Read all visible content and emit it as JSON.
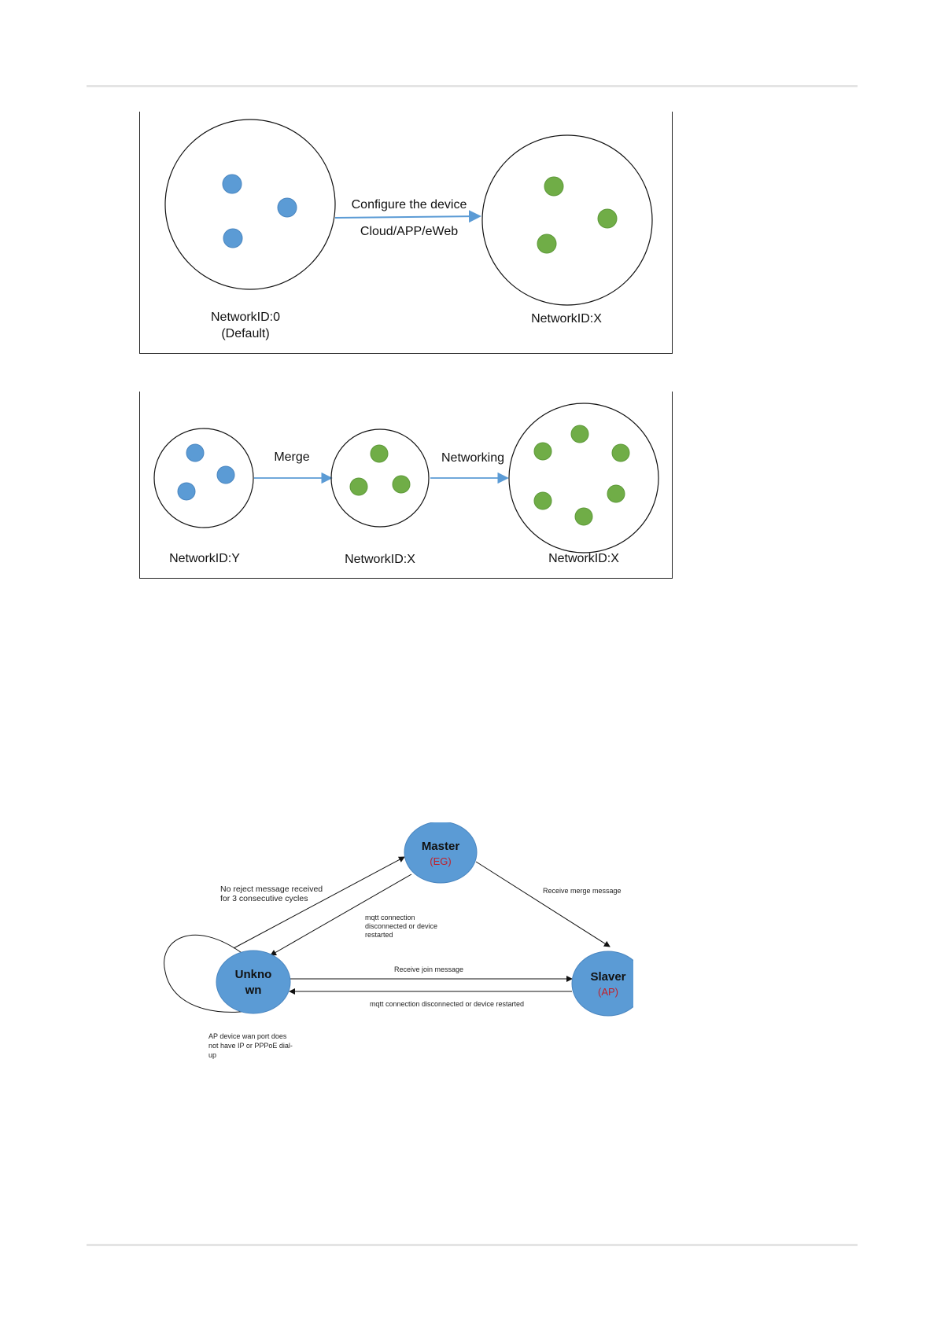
{
  "figure1": {
    "arrow_label_top": "Configure the device",
    "arrow_label_bottom": "Cloud/APP/eWeb",
    "left_network_label": "NetworkID:0",
    "left_network_sublabel": "(Default)",
    "right_network_label": "NetworkID:X"
  },
  "figure2": {
    "merge_label": "Merge",
    "networking_label": "Networking",
    "network_y_label": "NetworkID:Y",
    "network_x_label_1": "NetworkID:X",
    "network_x_label_2": "NetworkID:X"
  },
  "state_diagram": {
    "master_name": "Master",
    "master_sub": "(EG)",
    "unknown_line1": "Unkno",
    "unknown_line2": "wn",
    "slaver_name": "Slaver",
    "slaver_sub": "(AP)",
    "label_no_reject_1": "No reject message received",
    "label_no_reject_2": "for 3 consecutive cycles",
    "label_mqtt_master_1": "mqtt connection",
    "label_mqtt_master_2": "disconnected or device",
    "label_mqtt_master_3": "restarted",
    "label_receive_merge": "Receive merge message",
    "label_receive_join": "Receive join message",
    "label_mqtt_slaver": "mqtt connection disconnected or device restarted",
    "label_ap_wan_1": "AP device wan port does",
    "label_ap_wan_2": "not have IP or PPPoE dial-",
    "label_ap_wan_3": "up"
  },
  "colors": {
    "blue_node": "#5b9bd5",
    "green_node": "#70ad47",
    "arrow_blue": "#5b9bd5",
    "sub_red": "#c0202a"
  }
}
